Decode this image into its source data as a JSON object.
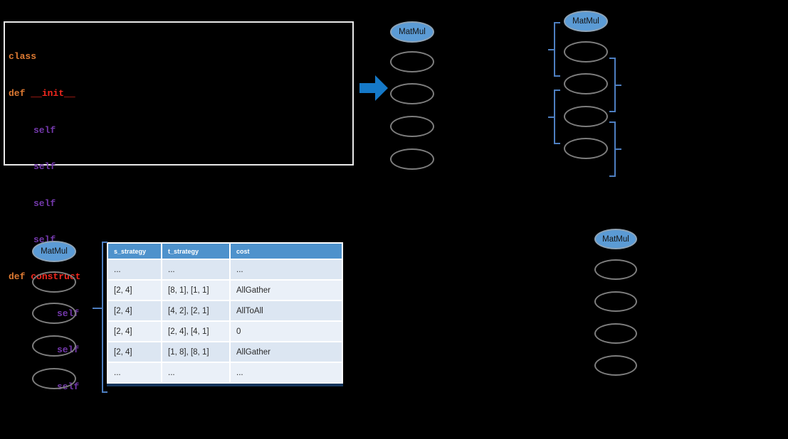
{
  "code": {
    "kw_class": "class",
    "kw_def": "def",
    "fn_init": "__init__",
    "fn_construct": "construct",
    "self_token": "self"
  },
  "nodes": {
    "op_label": "MatMul"
  },
  "table": {
    "headers": [
      "s_strategy",
      "t_strategy",
      "cost"
    ],
    "rows": [
      [
        "...",
        "...",
        "..."
      ],
      [
        "[2, 4]",
        "[8, 1], [1, 1]",
        "AllGather"
      ],
      [
        "[2, 4]",
        "[4, 2], [2, 1]",
        "AllToAll"
      ],
      [
        "[2, 4]",
        "[2, 4], [4, 1]",
        "0"
      ],
      [
        "[2, 4]",
        "[1, 8], [8, 1]",
        "AllGather"
      ],
      [
        "...",
        "...",
        "..."
      ]
    ]
  },
  "icons": {
    "transform_arrow": "right-block-arrow",
    "group_bracket": "square-brace-with-pointer"
  },
  "colors": {
    "background": "#000000",
    "node_fill": "#5b9bd5",
    "node_stroke": "#7d7d7d",
    "bracket_blue": "#4e7fc1",
    "arrow_blue": "#1579c8",
    "table_header": "#4e92cc",
    "table_band_dark": "#dce6f2",
    "table_band_light": "#eaf0f8",
    "table_bottom_border": "#17375e",
    "code_keyword_orange": "#de7a32",
    "code_funcname_red": "#f4281e",
    "code_self_purple": "#7439ac"
  }
}
